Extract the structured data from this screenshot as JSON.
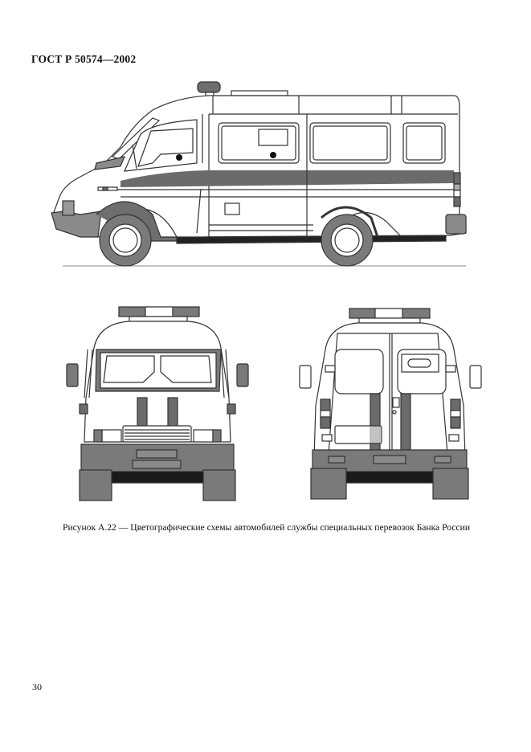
{
  "document": {
    "header": "ГОСТ Р 50574—2002",
    "page_number": "30"
  },
  "figure": {
    "id": "A.22",
    "caption": "Рисунок А.22 — Цветографические схемы автомобилей службы специальных перевозок Банка России",
    "views": [
      {
        "name": "side-view",
        "label": "Side view of van"
      },
      {
        "name": "front-view",
        "label": "Front view of van"
      },
      {
        "name": "rear-view",
        "label": "Rear view of van"
      }
    ],
    "colors": {
      "outline": "#333333",
      "stripe": "#6b6b6b",
      "body": "#ffffff",
      "dark_fill": "#8a8a8a",
      "black": "#1a1a1a"
    }
  }
}
